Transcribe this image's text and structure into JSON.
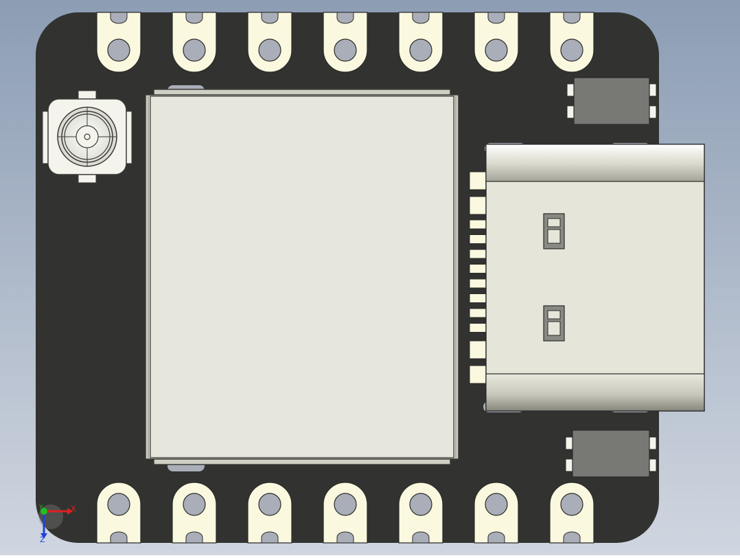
{
  "viewport": {
    "background_top": "#8c9db4",
    "background_bottom": "#d0d6e0"
  },
  "board": {
    "pcb_color": "#323330",
    "pad_color": "#fbf8e0",
    "hole_color": "#a9aeb8",
    "castellated_pads_per_side": 7
  },
  "components": {
    "shield": {
      "color": "#e6e6dc",
      "edge_color": "#cfcfc4"
    },
    "antenna_connector": {
      "color": "#f4f4ec"
    },
    "usb_c": {
      "color": "#e5e5da",
      "pin_count": 12
    },
    "buttons": [
      {
        "name": "top-button",
        "color": "#787874"
      },
      {
        "name": "bottom-button",
        "color": "#787874"
      }
    ]
  },
  "triad": {
    "x_label": "X",
    "z_label": "Z",
    "y_label": "Y",
    "x_color": "#e02020",
    "y_color": "#20c020",
    "z_color": "#2040e0"
  }
}
